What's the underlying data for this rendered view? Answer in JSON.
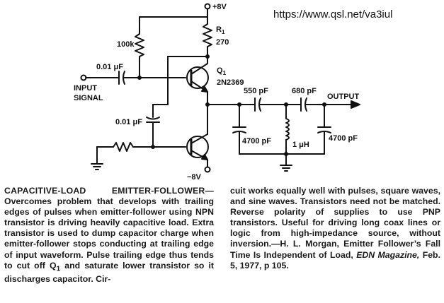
{
  "source_url": "https://www.qsl.net/va3iul",
  "schematic": {
    "supply_pos": "+8V",
    "supply_neg": "−8V",
    "r1_ref": "R",
    "r1_sub": "1",
    "r1_value": "270",
    "r_bias": "100k",
    "c_input": "0.01 μF",
    "c_mid": "0.01 μF",
    "q1_ref": "Q",
    "q1_sub": "1",
    "q1_part": "2N2369",
    "input_label_1": "INPUT",
    "input_label_2": "SIGNAL",
    "output_label": "OUTPUT",
    "c_series_1": "550 pF",
    "c_series_2": "680 pF",
    "c_shunt_1": "4700 pF",
    "inductor": "1 μH",
    "c_shunt_2": "4700 pF"
  },
  "caption": {
    "title": "CAPACITIVE-LOAD EMITTER-FOLLOWER—",
    "left_1": "Overcomes problem that develops with trailing edges of pulses when emitter-follower using NPN transistor is driving heavily capacitive load. Extra transistor is used to dump capacitor charge when emitter-follower stops conducting at trailing edge of input waveform. Pulse trailing edge thus tends to cut off Q",
    "left_sub": "1",
    "left_2": " and saturate lower transistor so it discharges capacitor. Cir-",
    "right_1": "cuit works equally well with pulses, square waves, and sine waves. Transistors need not be matched. Reverse polarity of supplies to use PNP transistors. Useful for driving long coax lines or logic from high-impedance source, without inversion.—H. L. Morgan, Emitter Follower’s Fall Time Is Independent of Load, ",
    "right_em": "EDN Magazine,",
    "right_2": " Feb. 5, 1977, p 105."
  }
}
